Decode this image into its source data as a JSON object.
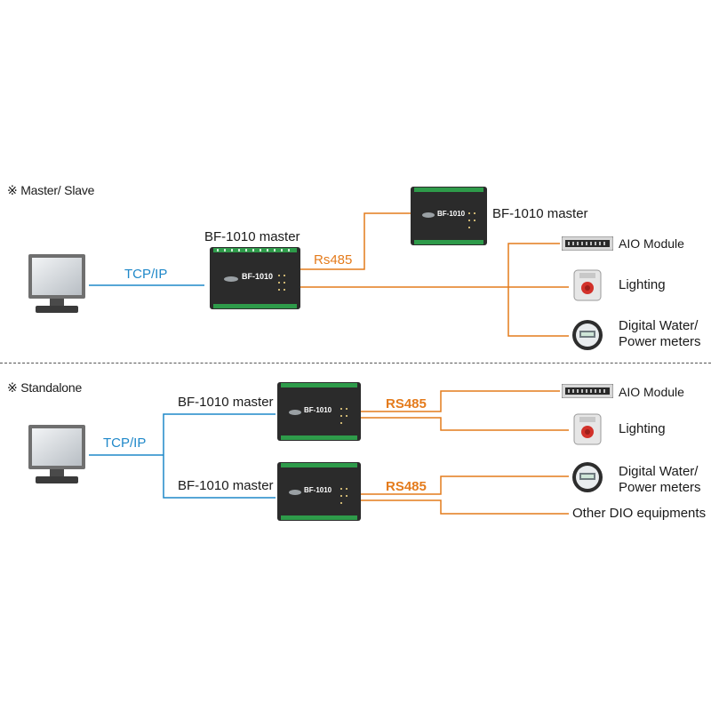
{
  "sections": {
    "master_slave": {
      "title": "※ Master/ Slave"
    },
    "standalone": {
      "title": "※ Standalone"
    }
  },
  "master_slave": {
    "tcp_label": "TCP/IP",
    "rs_label": "Rs485",
    "master_label": "BF-1010 master",
    "slave_label": "BF-1010 master",
    "board_text": "BF-1010",
    "aio_label": "AIO Module",
    "lighting_label": "Lighting",
    "meter_label_1": "Digital Water/",
    "meter_label_2": "Power meters"
  },
  "standalone": {
    "tcp_label": "TCP/IP",
    "master_top_label": "BF-1010 master",
    "master_bottom_label": "BF-1010 master",
    "rs_top_label": "RS485",
    "rs_bottom_label": "RS485",
    "board_text": "BF-1010",
    "aio_label": "AIO Module",
    "lighting_label": "Lighting",
    "meter_label_1": "Digital Water/",
    "meter_label_2": "Power meters",
    "other_label": "Other DIO equipments"
  },
  "colors": {
    "tcp": "#1f88c9",
    "rs485": "#e47b1c",
    "board": "#2b2b2b",
    "terminal": "#2e9b4a"
  },
  "icons": [
    "monitor-icon",
    "controller-board-icon",
    "aio-module-icon",
    "lighting-switch-icon",
    "meter-icon"
  ]
}
